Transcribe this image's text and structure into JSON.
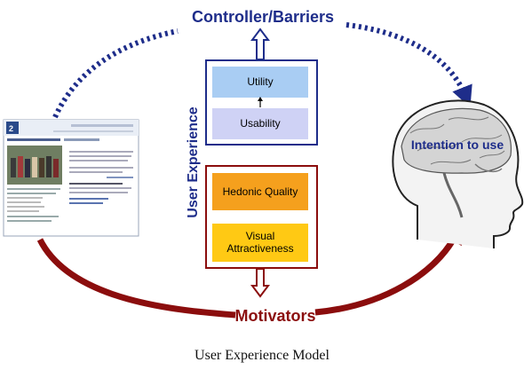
{
  "labels": {
    "controller": "Controller/Barriers",
    "motivators": "Motivators",
    "intention": "Intention to use",
    "user_experience": "User Experience"
  },
  "boxes": {
    "utility": "Utility",
    "usability": "Usability",
    "hedonic": "Hedonic Quality",
    "visual_line1": "Visual",
    "visual_line2": "Attractiveness"
  },
  "caption": "User Experience Model",
  "colors": {
    "blue_dark": "#1e2d8a",
    "red_dark": "#8b0d0d",
    "box_blue": "#a9cdf3",
    "box_lavender": "#cfd2f5",
    "box_orange": "#f5a01d",
    "box_yellow": "#ffc914"
  }
}
